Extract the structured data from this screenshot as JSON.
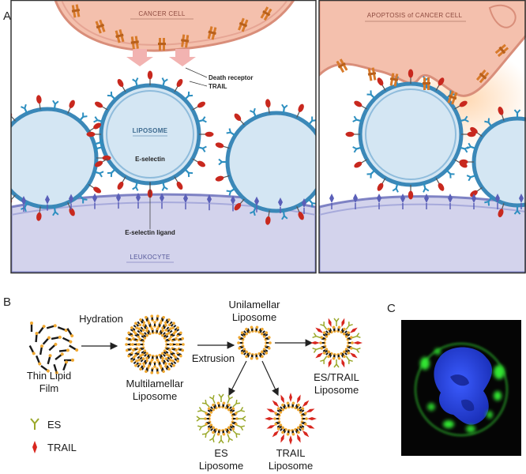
{
  "panel_a": {
    "letter": "A",
    "left": {
      "cancer_cell": "CANCER CELL",
      "death_receptor": "Death receptor",
      "trail": "TRAIL",
      "liposome": "LIPOSOME",
      "e_selectin": "E-selectin",
      "e_selectin_ligand": "E-selectin ligand",
      "leukocyte": "LEUKOCYTE"
    },
    "right": {
      "apoptosis": "APOPTOSIS of CANCER CELL"
    }
  },
  "panel_b": {
    "letter": "B",
    "thin_lipid_film": [
      "Thin Lipid",
      "Film"
    ],
    "hydration": "Hydration",
    "multilamellar": [
      "Multilamellar",
      "Liposome"
    ],
    "extrusion": "Extrusion",
    "unilamellar": [
      "Unilamellar",
      "Liposome"
    ],
    "es_trail": [
      "ES/TRAIL",
      "Liposome"
    ],
    "es": [
      "ES",
      "Liposome"
    ],
    "trail": [
      "TRAIL",
      "Liposome"
    ],
    "legend": [
      {
        "symbol": "es-icon",
        "label": "ES",
        "color": "#9aa82a"
      },
      {
        "symbol": "trail-icon",
        "label": "TRAIL",
        "color": "#d8261e"
      }
    ]
  },
  "panel_c": {
    "letter": "C"
  },
  "colors": {
    "cancer": "#f3b9a4",
    "liposome": "#cfe3f2",
    "leukocyte": "#cfcfe8",
    "trail": "#c8281e",
    "eselectin": "#2d8fc0",
    "receptor": "#d87a2a",
    "ligand": "#5a5fb8",
    "lipid": "#f0a830"
  }
}
